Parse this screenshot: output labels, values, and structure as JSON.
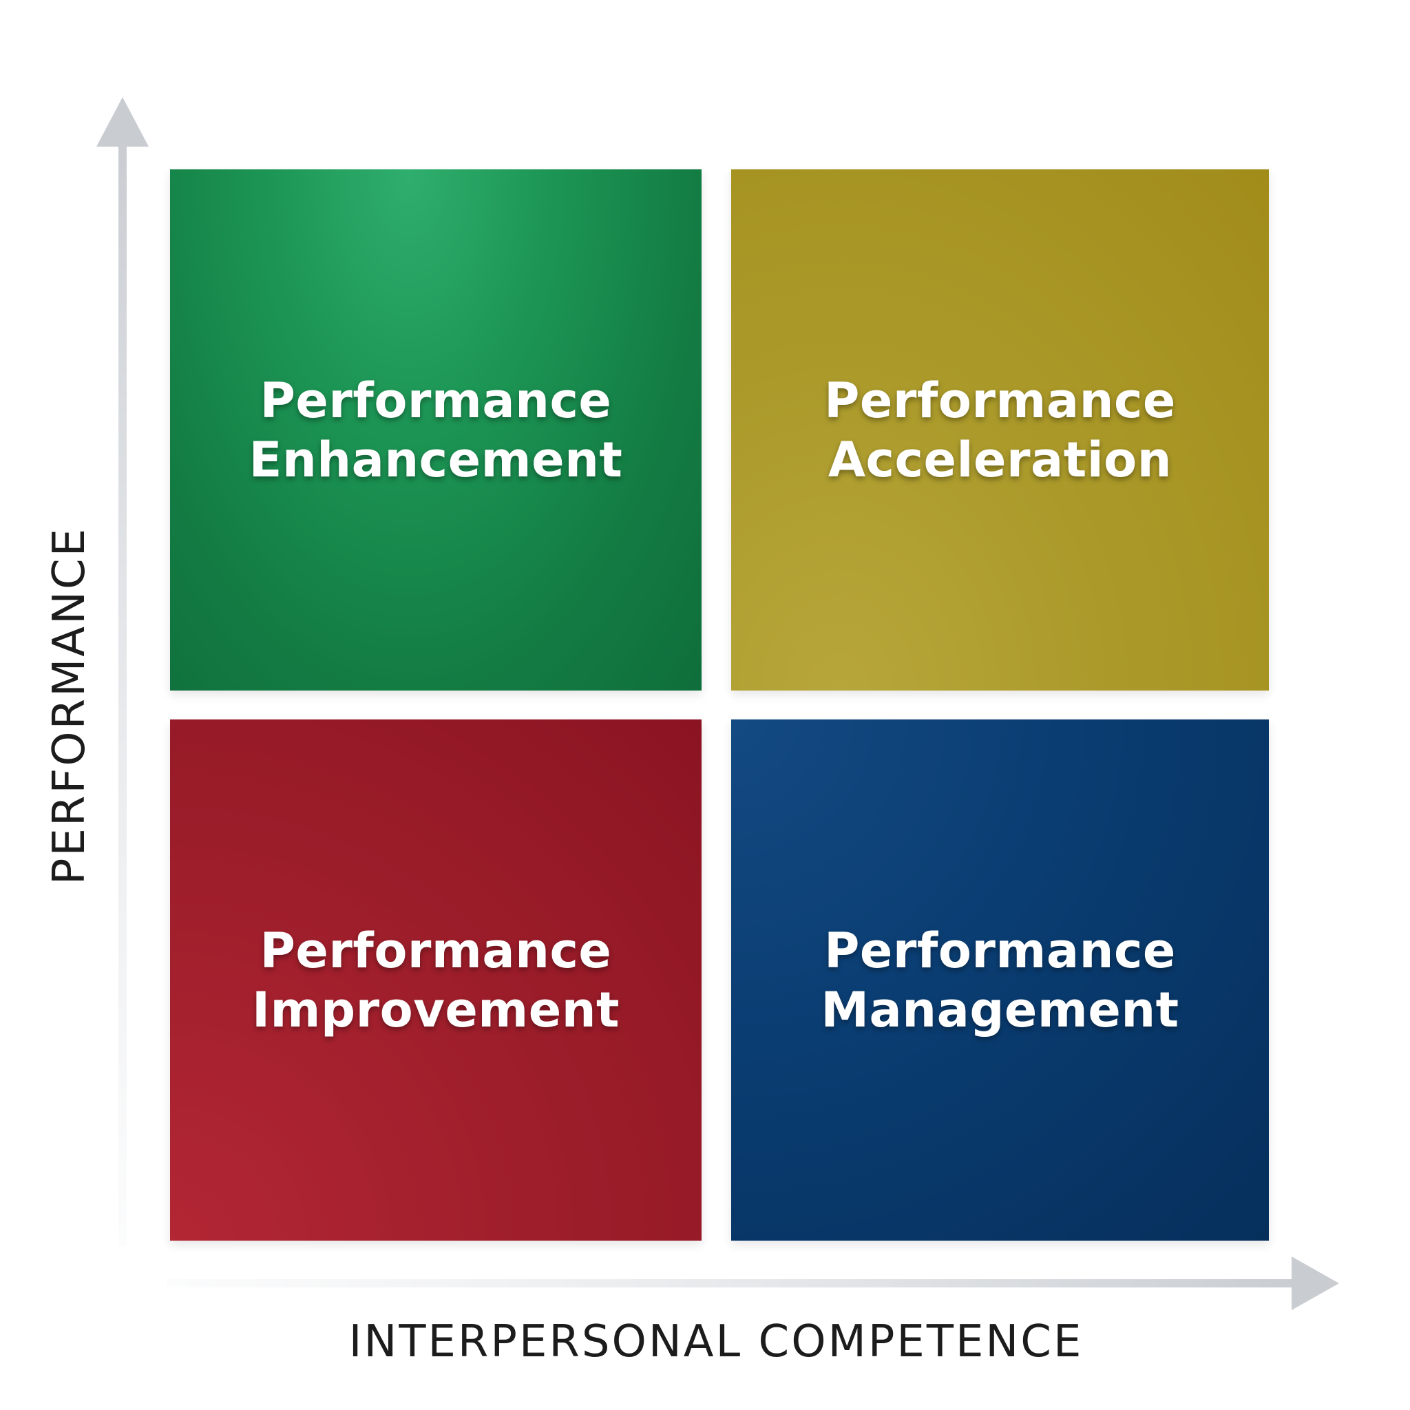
{
  "axes": {
    "y_label": "PERFORMANCE",
    "x_label": "INTERPERSONAL COMPETENCE"
  },
  "quadrants": [
    {
      "position": "top-left",
      "line1": "Performance",
      "line2": "Enhancement",
      "color": "#1a8a4c"
    },
    {
      "position": "top-right",
      "line1": "Performance",
      "line2": "Acceleration",
      "color": "#a8962a"
    },
    {
      "position": "bottom-left",
      "line1": "Performance",
      "line2": "Improvement",
      "color": "#9c1d2b"
    },
    {
      "position": "bottom-right",
      "line1": "Performance",
      "line2": "Management",
      "color": "#08396b"
    }
  ]
}
